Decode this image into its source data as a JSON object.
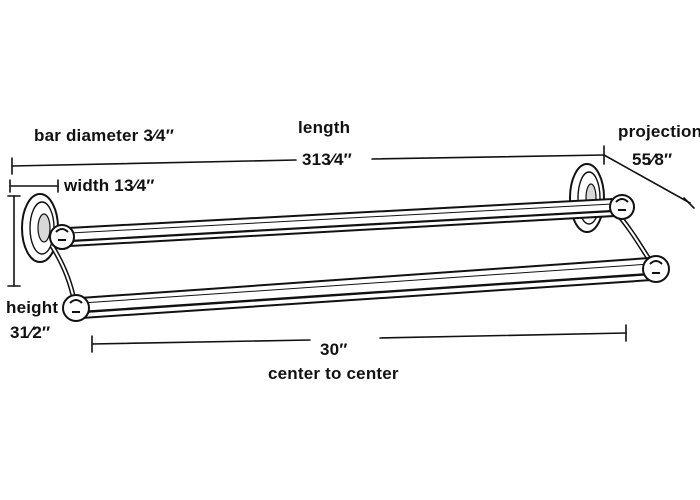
{
  "labels": {
    "bar_diameter": "bar diameter 3⁄4″",
    "length": "length",
    "length_value": "313⁄4″",
    "projection": "projection",
    "projection_value": "55⁄8″",
    "width": "width 13⁄4″",
    "height": "height",
    "height_value": "31⁄2″",
    "center_value": "30″",
    "center_caption": "center to center"
  }
}
